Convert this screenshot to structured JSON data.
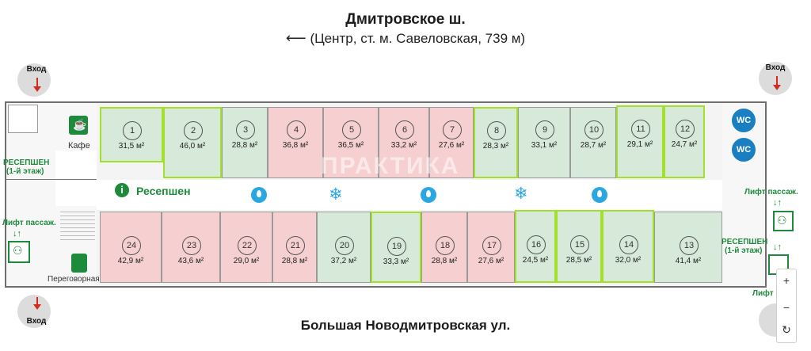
{
  "streets": {
    "top": "Дмитровское ш.",
    "direction": "(Центр, ст. м. Савеловская, 739 м)",
    "bottom": "Большая Новодмитровская ул."
  },
  "entrance_label": "Вход",
  "labels": {
    "cafe": "Кафе",
    "reception_main": "Ресепшен",
    "reception_left": "РЕСЕПШЕН",
    "reception_left_sub": "(1-й этаж)",
    "reception_right": "РЕСЕПШЕН",
    "reception_right_sub": "(1-й этаж)",
    "lift_passenger_left": "Лифт пассаж.",
    "lift_passenger_right": "Лифт пассаж.",
    "lift_freight": "Лифт груз.",
    "meeting_room": "Переговорная",
    "wc": "WC",
    "watermark": "ПРАКТИКА"
  },
  "rooms_top": [
    {
      "num": "1",
      "area": "31,5 м²",
      "status": "green"
    },
    {
      "num": "2",
      "area": "46,0 м²",
      "status": "green"
    },
    {
      "num": "3",
      "area": "28,8 м²",
      "status": "green"
    },
    {
      "num": "4",
      "area": "36,8 м²",
      "status": "pink"
    },
    {
      "num": "5",
      "area": "36,5 м²",
      "status": "pink"
    },
    {
      "num": "6",
      "area": "33,2 м²",
      "status": "pink"
    },
    {
      "num": "7",
      "area": "27,6 м²",
      "status": "pink"
    },
    {
      "num": "8",
      "area": "28,3 м²",
      "status": "green"
    },
    {
      "num": "9",
      "area": "33,1 м²",
      "status": "green"
    },
    {
      "num": "10",
      "area": "28,7 м²",
      "status": "green"
    },
    {
      "num": "11",
      "area": "29,1 м²",
      "status": "green"
    },
    {
      "num": "12",
      "area": "24,7 м²",
      "status": "green"
    }
  ],
  "rooms_bottom": [
    {
      "num": "24",
      "area": "42,9 м²",
      "status": "pink"
    },
    {
      "num": "23",
      "area": "43,6 м²",
      "status": "pink"
    },
    {
      "num": "22",
      "area": "29,0 м²",
      "status": "pink"
    },
    {
      "num": "21",
      "area": "28,8 м²",
      "status": "pink"
    },
    {
      "num": "20",
      "area": "37,2 м²",
      "status": "green"
    },
    {
      "num": "19",
      "area": "33,3 м²",
      "status": "green"
    },
    {
      "num": "18",
      "area": "28,8 м²",
      "status": "pink"
    },
    {
      "num": "17",
      "area": "27,6 м²",
      "status": "pink"
    },
    {
      "num": "16",
      "area": "24,5 м²",
      "status": "green"
    },
    {
      "num": "15",
      "area": "28,5 м²",
      "status": "green"
    },
    {
      "num": "14",
      "area": "32,0 м²",
      "status": "green"
    },
    {
      "num": "13",
      "area": "41,4 м²",
      "status": "green"
    }
  ],
  "colors": {
    "available": "#d7ead9",
    "occupied": "#f6cfd0",
    "highlight": "#a2e02c",
    "accent_green": "#1e8a3c",
    "accent_blue": "#2aa6e0",
    "arrow_red": "#d62a1f"
  },
  "icons": {
    "direction_arrow": "arrow-left-icon",
    "entrance_arrow": "arrow-down-icon",
    "wc": "wc-icon",
    "info": "info-icon",
    "water": "water-drop-icon",
    "cooling": "snowflake-icon",
    "cafe": "coffee-cup-icon",
    "lift": "elevator-icon",
    "meeting": "meeting-room-icon"
  },
  "zoom_controls": {
    "zoom_in": "+",
    "zoom_out": "−",
    "reset": "↻"
  }
}
